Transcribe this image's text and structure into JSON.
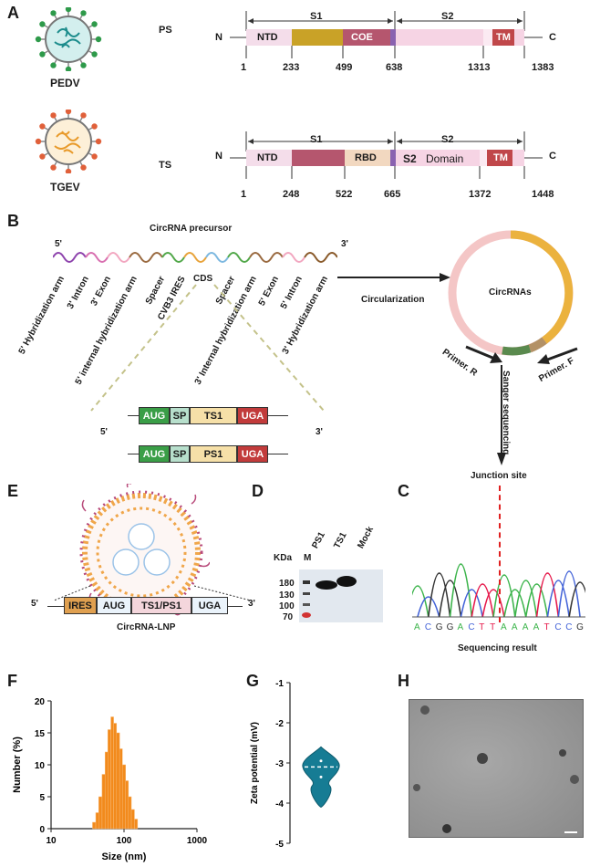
{
  "panels": {
    "A": "A",
    "B": "B",
    "C": "C",
    "D": "D",
    "E": "E",
    "F": "F",
    "G": "G",
    "H": "H"
  },
  "panel_a": {
    "virus1": "PEDV",
    "virus2": "TGEV",
    "protein1": {
      "name": "PS",
      "n": "N",
      "c": "C",
      "s1": "S1",
      "s2": "S2",
      "domains": [
        "NTD",
        "COE",
        "TM"
      ],
      "positions": [
        "1",
        "233",
        "499",
        "638",
        "1313",
        "1383"
      ]
    },
    "protein2": {
      "name": "TS",
      "n": "N",
      "c": "C",
      "s1": "S1",
      "s2": "S2",
      "domains": [
        "NTD",
        "RBD",
        "S2",
        "Domain",
        "TM"
      ],
      "positions": [
        "1",
        "248",
        "522",
        "665",
        "1372",
        "1448"
      ]
    }
  },
  "panel_b": {
    "title": "CircRNA precursor",
    "five_prime": "5'",
    "three_prime": "3'",
    "elements": [
      "5' Hybridization arm",
      "3' Intron",
      "3' Exon",
      "5' internal hybridization arm",
      "Spacer",
      "CVB3 IRES",
      "CDS",
      "Spacer",
      "3' Internal hybridization arm",
      "5' Exon",
      "5' Intron",
      "3' Hybridization arm"
    ],
    "circularization": "Circularization",
    "circ_label": "CircRNAs",
    "primer_r": "Primer. R",
    "primer_f": "Primer. F",
    "sanger": "Sanger sequencing",
    "junction": "Junction site",
    "construct1": [
      "AUG",
      "SP",
      "TS1",
      "UGA"
    ],
    "construct2": [
      "AUG",
      "SP",
      "PS1",
      "UGA"
    ]
  },
  "panel_c": {
    "sequence": [
      "A",
      "C",
      "G",
      "G",
      "A",
      "C",
      "T",
      "T",
      "A",
      "A",
      "A",
      "A",
      "T",
      "C",
      "C",
      "G"
    ],
    "caption": "Sequencing result",
    "colors": {
      "A": "#3cb44b",
      "C": "#4363d8",
      "G": "#333333",
      "T": "#e6194b"
    }
  },
  "panel_d": {
    "kda": "KDa",
    "lanes": [
      "M",
      "PS1",
      "TS1",
      "Mock"
    ],
    "markers": [
      "180",
      "130",
      "100",
      "70"
    ]
  },
  "panel_e": {
    "five_prime": "5'",
    "three_prime": "3'",
    "elements": [
      "IRES",
      "AUG",
      "TS1/PS1",
      "UGA"
    ],
    "caption": "CircRNA-LNP"
  },
  "chart_data": [
    {
      "type": "bar",
      "panel": "F",
      "xlabel": "Size (nm)",
      "ylabel": "Number (%)",
      "x_scale": "log",
      "xlim": [
        10,
        1000
      ],
      "ylim": [
        0,
        20
      ],
      "xticks": [
        "10",
        "100",
        "1000"
      ],
      "yticks": [
        "0",
        "5",
        "10",
        "15",
        "20"
      ],
      "bins_nm": [
        37,
        41,
        45,
        50,
        55,
        60,
        66,
        72,
        79,
        87,
        95,
        105,
        115,
        126,
        139
      ],
      "values": [
        1,
        2.5,
        5,
        8.5,
        12,
        15.5,
        17.5,
        16.5,
        15,
        12.5,
        10,
        7.5,
        5,
        3,
        1.5
      ],
      "color": "#f28a1c"
    },
    {
      "type": "violin",
      "panel": "G",
      "ylabel": "Zeta potential (mV)",
      "ylim": [
        -5,
        -1
      ],
      "yticks": [
        "-1",
        "-2",
        "-3",
        "-4",
        "-5"
      ],
      "median": -3.1,
      "quartiles": [
        -2.95,
        -3.35
      ],
      "range": [
        -2.6,
        -4.1
      ],
      "color": "#167c94"
    }
  ],
  "panel_h": {
    "description_free": true
  }
}
